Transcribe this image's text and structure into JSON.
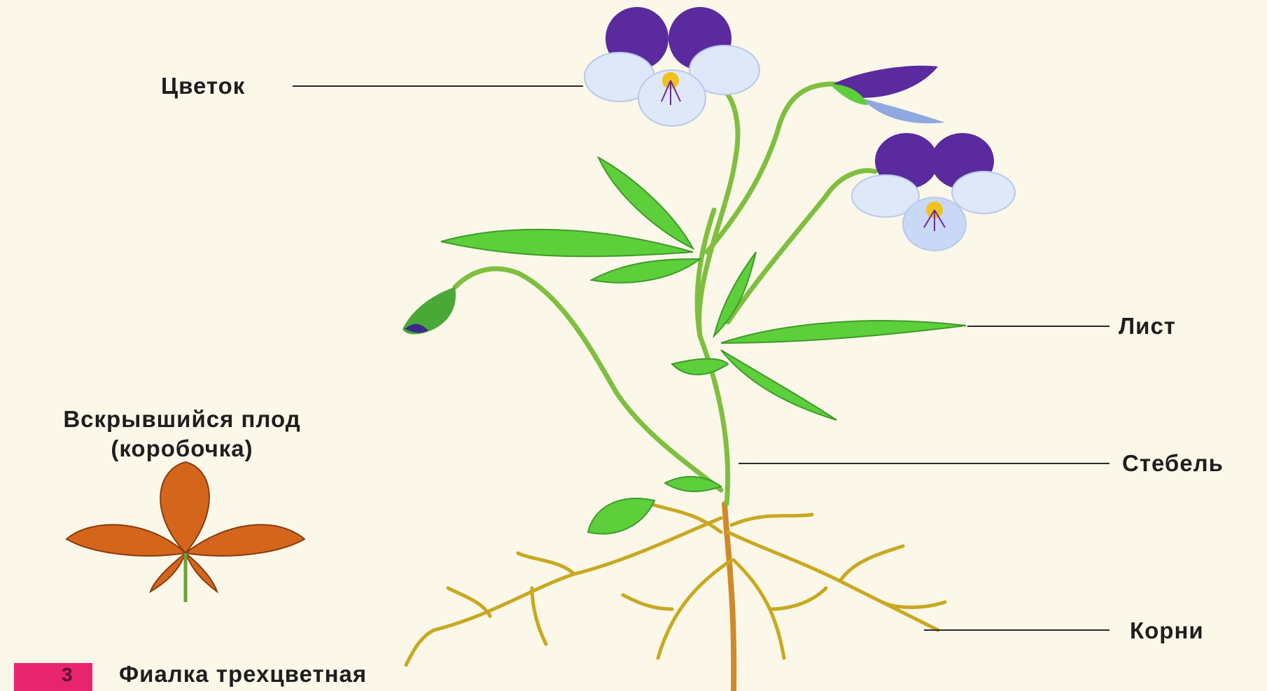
{
  "labels": {
    "flower": "Цветок",
    "leaf": "Лист",
    "stem": "Стебель",
    "roots": "Корни",
    "fruit_line1": "Вскрывшийся плод",
    "fruit_line2": "(коробочка)"
  },
  "figure": {
    "number": "3",
    "caption": "Фиалка трехцветная"
  },
  "colors": {
    "background": "#fbf8e9",
    "petal_purple": "#5a2a9e",
    "petal_light": "#dfe8f8",
    "leaf_green": "#5ccf3a",
    "stem_green": "#7fbf3f",
    "root": "#c9a820",
    "fruit_orange": "#d4661c",
    "badge": "#e8246e"
  }
}
